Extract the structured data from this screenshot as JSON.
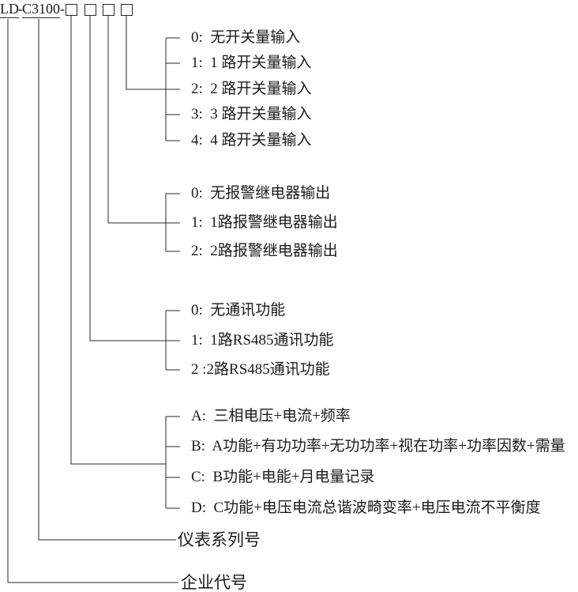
{
  "model": {
    "company_code": "LD",
    "separator1": "-",
    "series_code": "C3100",
    "separator2": "-",
    "digit_box_count": 4
  },
  "groups": {
    "switch_inputs": {
      "connects_to": "digit-box-4",
      "items": [
        {
          "code": "0",
          "text": "0:  无开关量输入"
        },
        {
          "code": "1",
          "text": "1:  1 路开关量输入"
        },
        {
          "code": "2",
          "text": "2:  2 路开关量输入"
        },
        {
          "code": "3",
          "text": "3:  3 路开关量输入"
        },
        {
          "code": "4",
          "text": "4:  4 路开关量输入"
        }
      ]
    },
    "alarm_relay_outputs": {
      "connects_to": "digit-box-3",
      "items": [
        {
          "code": "0",
          "text": "0:  无报警继电器输出"
        },
        {
          "code": "1",
          "text": "1:  1路报警继电器输出"
        },
        {
          "code": "2",
          "text": "2:  2路报警继电器输出"
        }
      ]
    },
    "communication": {
      "connects_to": "digit-box-2",
      "items": [
        {
          "code": "0",
          "text": "0:  无通讯功能"
        },
        {
          "code": "1",
          "text": "1:  1路RS485通讯功能"
        },
        {
          "code": "2",
          "text": "2 :2路RS485通讯功能"
        }
      ]
    },
    "function_codes": {
      "connects_to": "digit-box-1",
      "items": [
        {
          "code": "A",
          "text": "A:  三相电压+电流+频率"
        },
        {
          "code": "B",
          "text": "B:  A功能+有功功率+无功功率+视在功率+功率因数+需量"
        },
        {
          "code": "C",
          "text": "C:  B功能+电能+月电量记录"
        },
        {
          "code": "D",
          "text": "D:  C功能+电压电流总谐波畸变率+电压电流不平衡度"
        }
      ]
    }
  },
  "labels": {
    "series_label": "仪表系列号",
    "company_label": "企业代号"
  },
  "colors": {
    "line": "#2a2a2a",
    "text": "#1b1b1b",
    "background": "#ffffff"
  }
}
